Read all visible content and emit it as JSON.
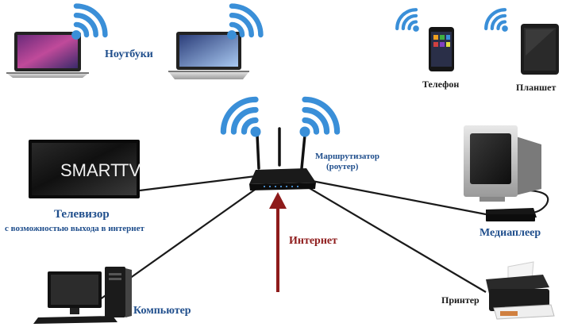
{
  "labels": {
    "laptops": "Ноутбуки",
    "phone": "Телефон",
    "tablet": "Планшет",
    "router_line1": "Маршрутизатор",
    "router_line2": "(роутер)",
    "tv_title": "Телевизор",
    "tv_subtitle": "с возможностью выхода в интернет",
    "internet": "Интернет",
    "media_player": "Медиаплеер",
    "printer": "Принтер",
    "computer": "Компьютер"
  },
  "tv_screen": {
    "brand_smart": "SMART",
    "brand_tv": "TV"
  },
  "colors": {
    "label_blue": "#1f4e8c",
    "wifi_blue": "#3a8fd8",
    "cable": "#1a1a1a",
    "internet_arrow": "#8e1b1b"
  },
  "icons": {
    "wifi": "wifi-signal-icon",
    "router": "router-icon",
    "laptop": "laptop-icon",
    "phone": "smartphone-icon",
    "tablet": "tablet-icon",
    "tv": "tv-icon",
    "media_player": "media-player-icon",
    "printer": "printer-icon",
    "computer": "desktop-computer-icon",
    "crt_monitor": "crt-monitor-icon"
  }
}
